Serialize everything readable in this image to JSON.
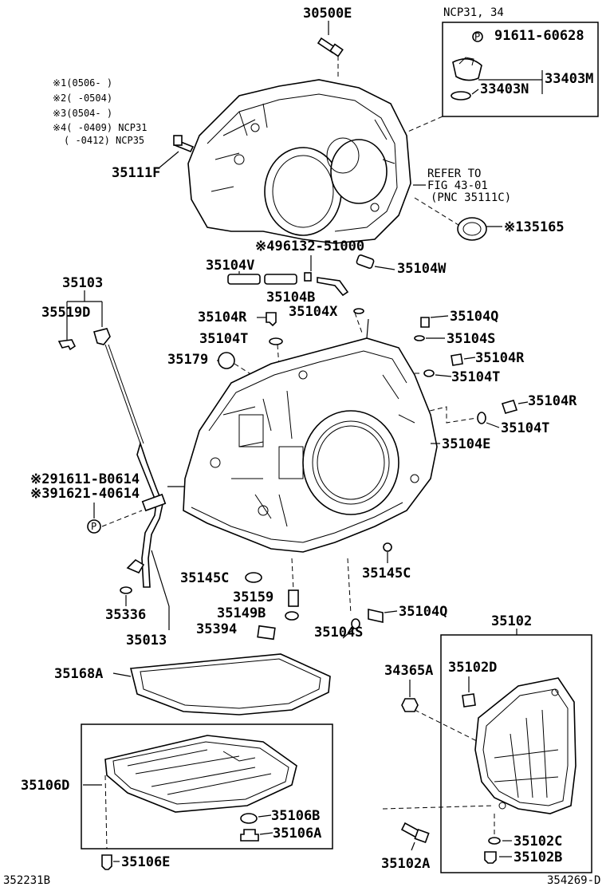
{
  "parts": {
    "p30500E": "30500E",
    "p91611_60628": "91611-60628",
    "p33403M": "33403M",
    "p33403N": "33403N",
    "p35111F": "35111F",
    "p35165": "※135165",
    "p96132": "※496132-51000",
    "p35104V": "35104V",
    "p35104W": "35104W",
    "p35104B": "35104B",
    "p35104X": "35104X",
    "p35103": "35103",
    "p35519D": "35519D",
    "p35104R_a": "35104R",
    "p35104Q_a": "35104Q",
    "p35104T_a": "35104T",
    "p35104S_a": "35104S",
    "p35104R_b": "35104R",
    "p35179": "35179",
    "p35104T_b": "35104T",
    "p35104R_c": "35104R",
    "p35104T_c": "35104T",
    "p35104E": "35104E",
    "p91611_B0614": "※291611-B0614",
    "p91621_40614": "※391621-40614",
    "p35145C_a": "35145C",
    "p35145C_b": "35145C",
    "p35159": "35159",
    "p35149B": "35149B",
    "p35394": "35394",
    "p35336": "35336",
    "p35013": "35013",
    "p35104Q_b": "35104Q",
    "p35104S_b": "35104S",
    "p35102": "35102",
    "p35168A": "35168A",
    "p34365A": "34365A",
    "p35102D": "35102D",
    "p35106D": "35106D",
    "p35106B": "35106B",
    "p35106A": "35106A",
    "p35106E": "35106E",
    "p35102A": "35102A",
    "p35102C": "35102C",
    "p35102B": "35102B"
  },
  "notes": {
    "model_box_title": "NCP31, 34",
    "refer1": "REFER TO",
    "refer2": "FIG 43-01",
    "refer3": "(PNC 35111C)",
    "n1": "※1(0506-      )",
    "n2": "※2(      -0504)",
    "n3": "※3(0504-      )",
    "n4a": "※4(      -0409) NCP31",
    "n4b": "(      -0412) NCP35",
    "circle_p": "P"
  },
  "footer": {
    "left_code": "352231B",
    "right_code": "354269-D"
  }
}
